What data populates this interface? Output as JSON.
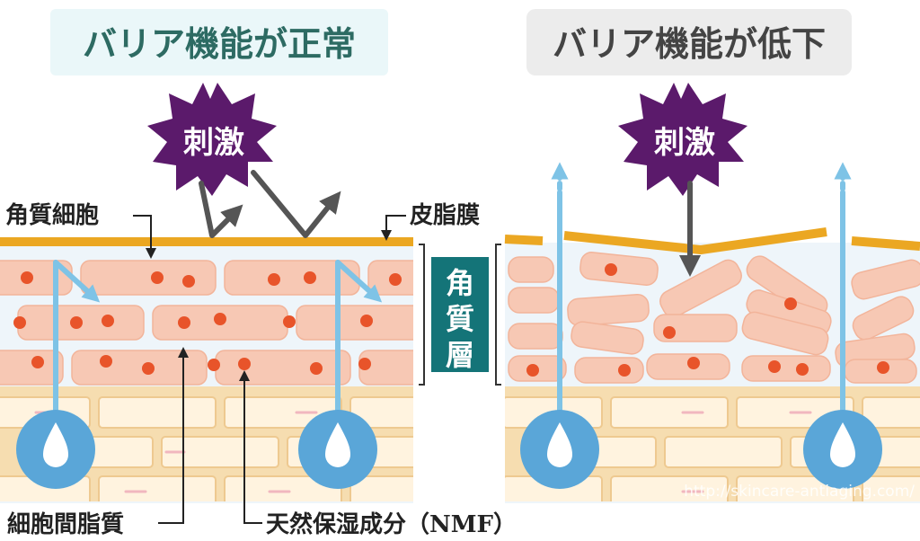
{
  "left_panel": {
    "title": "バリア機能が正常",
    "stimulus": "刺激",
    "label_corneocyte": "角質細胞",
    "label_sebum": "皮脂膜",
    "label_intercellular_lipid": "細胞間脂質",
    "label_nmf": "天然保湿成分（NMF）"
  },
  "center_label": {
    "chars": [
      "角",
      "質",
      "層"
    ]
  },
  "right_panel": {
    "title": "バリア機能が低下",
    "stimulus": "刺激"
  },
  "watermark": "http://skincare-antiaging.com/",
  "colors": {
    "title_left_bg": "#eaf7f9",
    "title_right_bg": "#ececec",
    "title_text": "#2d6b63",
    "stimulus_fill": "#5b1a6b",
    "sebum": "#eba722",
    "cell_fill": "#f7c8b4",
    "nucleus": "#e8542a",
    "water_arrow": "#7ec3e6",
    "droplet": "#5aa6d8",
    "dermis": "#f6ddb0",
    "center_label_bg": "#147478"
  }
}
